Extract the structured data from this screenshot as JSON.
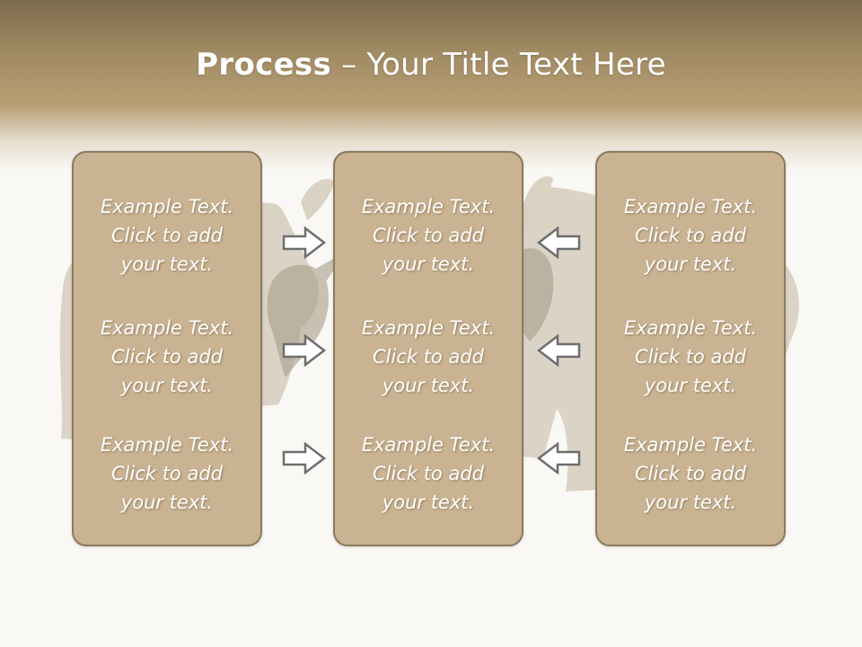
{
  "slide": {
    "title_bold": "Process",
    "title_rest": " – Your Title Text Here"
  },
  "panels": [
    {
      "items": [
        {
          "line1": "Example Text.",
          "line2": "Click  to add",
          "line3": "your text."
        },
        {
          "line1": "Example Text.",
          "line2": "Click  to add",
          "line3": "your text."
        },
        {
          "line1": "Example Text.",
          "line2": "Click  to add",
          "line3": "your text."
        }
      ]
    },
    {
      "items": [
        {
          "line1": "Example Text.",
          "line2": "Click  to add",
          "line3": "your text."
        },
        {
          "line1": "Example Text.",
          "line2": "Click  to add",
          "line3": "your text."
        },
        {
          "line1": "Example Text.",
          "line2": "Click  to add",
          "line3": "your text."
        }
      ]
    },
    {
      "items": [
        {
          "line1": "Example Text.",
          "line2": "Click  to add",
          "line3": "your text."
        },
        {
          "line1": "Example Text.",
          "line2": "Click  to add",
          "line3": "your text."
        },
        {
          "line1": "Example Text.",
          "line2": "Click  to add",
          "line3": "your text."
        }
      ]
    }
  ],
  "arrows": {
    "left_group": "arrow-right-icon",
    "right_group": "arrow-left-icon"
  },
  "background_image": "rhino-image",
  "colors": {
    "header": "#a08a63",
    "panel_fill": "#c9b392",
    "panel_border": "#8c7a5e",
    "arrow_fill": "#ffffff",
    "arrow_stroke": "#6e6e6e"
  }
}
